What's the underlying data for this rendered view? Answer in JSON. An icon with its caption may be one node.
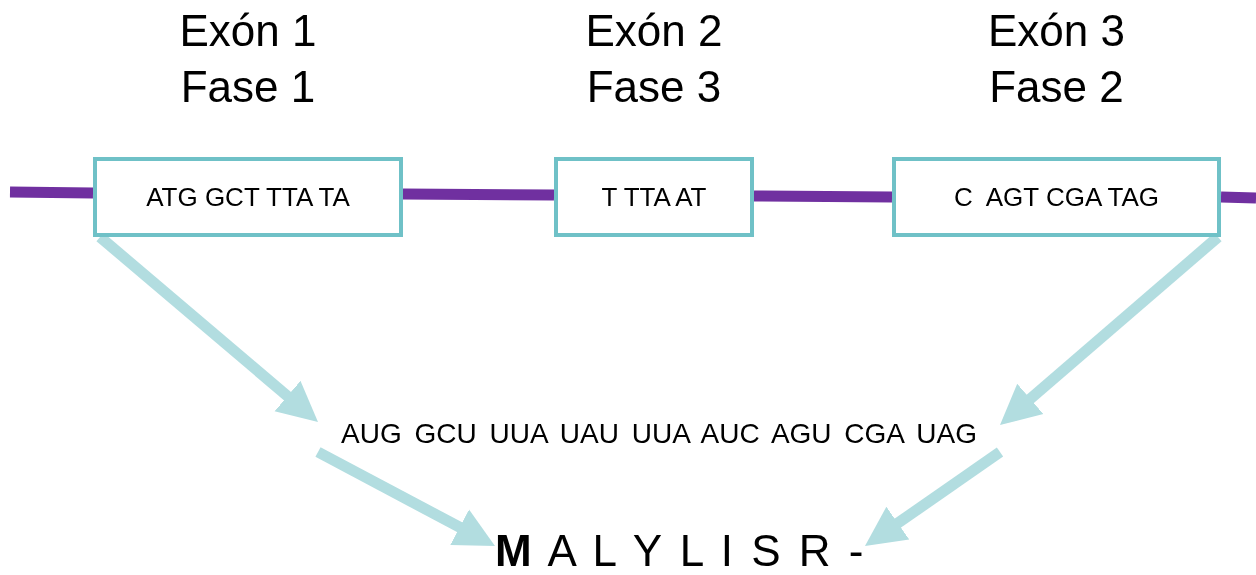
{
  "diagram": {
    "nodes": [
      {
        "text": [
          "Exón 1 Fase 1",
          "ATG GCT TTA TA"
        ]
      },
      {
        "text": [
          "Exón 2 Fase 3",
          "T TTA AT"
        ]
      },
      {
        "text": [
          "Exón 3 Fase 2",
          "C  AGT CGA TAG"
        ]
      },
      {
        "text": [
          "AUG GCU UUA UAU UUA AUC AGU CGA UAG"
        ]
      },
      {
        "text": [
          "**M** A L Y L I S R -"
        ]
      }
    ],
    "edges": [
      {
        "from": null,
        "to": 0,
        "arrow": "none",
        "color": "#7030a0"
      },
      {
        "from": 0,
        "to": 1,
        "arrow": "none",
        "color": "#7030a0"
      },
      {
        "from": 1,
        "to": 2,
        "arrow": "none",
        "color": "#7030a0"
      },
      {
        "from": 2,
        "to": null,
        "arrow": "none",
        "color": "#7030a0"
      },
      {
        "from": 0,
        "to": 3,
        "arrow": "to",
        "color": "#b2dde0"
      },
      {
        "from": 2,
        "to": 3,
        "arrow": "to",
        "color": "#b2dde0"
      },
      {
        "from": 3,
        "to": 4,
        "arrow": "to",
        "color": "#b2dde0"
      },
      {
        "from": 3,
        "to": 4,
        "arrow": "to",
        "color": "#b2dde0"
      }
    ]
  }
}
